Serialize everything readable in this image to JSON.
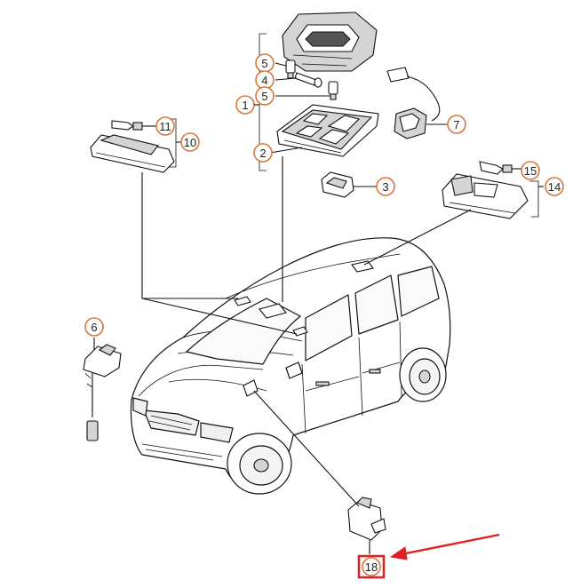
{
  "callouts": {
    "c1": "1",
    "c2": "2",
    "c3": "3",
    "c4": "4",
    "c5a": "5",
    "c5b": "5",
    "c6": "6",
    "c7": "7",
    "c10": "10",
    "c11": "11",
    "c14": "14",
    "c15": "15",
    "c18": "18"
  },
  "colors": {
    "callout_ring": "#d9773a",
    "highlight_box": "#e02020",
    "arrow": "#e02020",
    "line_art": "#111111"
  }
}
